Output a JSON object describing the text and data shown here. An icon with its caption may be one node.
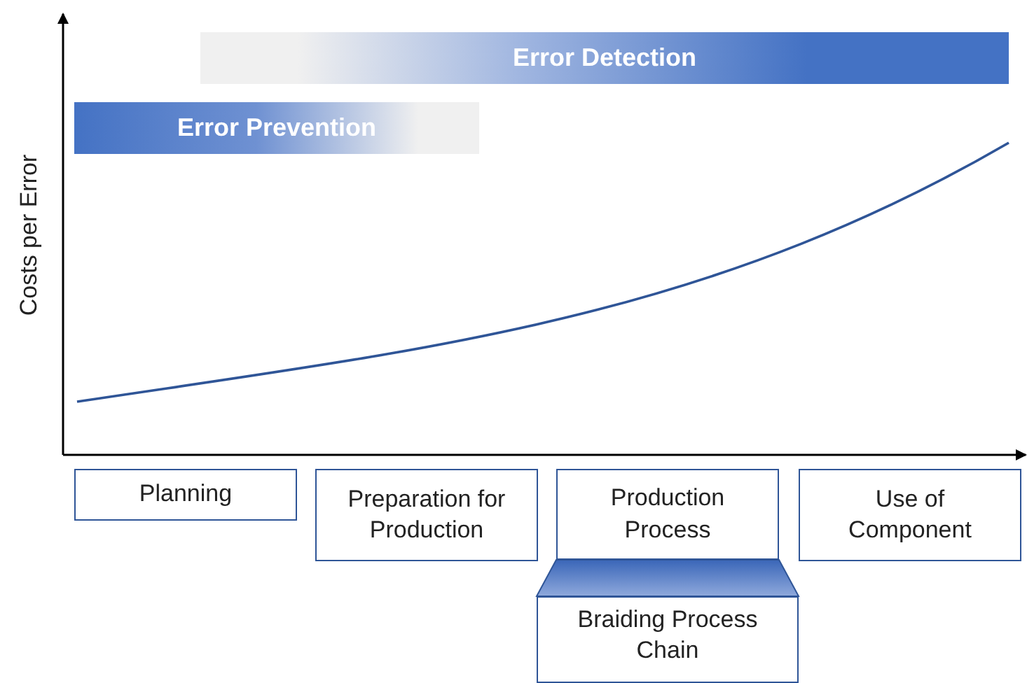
{
  "diagram": {
    "nodes": [
      {
        "text": [
          "Error Detection"
        ]
      },
      {
        "text": [
          "Error Prevention"
        ]
      },
      {
        "text": [
          "Planning"
        ]
      },
      {
        "text": [
          "Preparation for Production"
        ]
      },
      {
        "text": [
          "Production Process"
        ]
      },
      {
        "text": [
          "Use of Component"
        ]
      },
      {
        "text": [
          "Braiding Process Chain"
        ]
      }
    ],
    "edges": [
      {
        "from": 4,
        "to": 6,
        "arrow": "none",
        "style": "thick"
      }
    ],
    "labels": [
      "Costs per Error"
    ]
  }
}
